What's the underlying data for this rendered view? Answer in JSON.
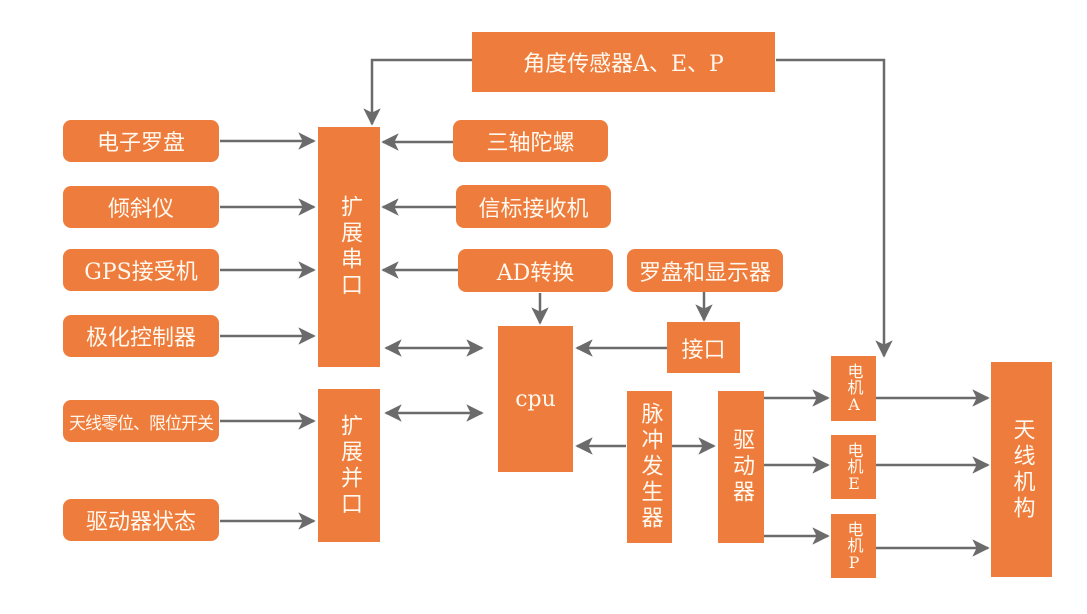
{
  "diagram": {
    "title": "天线控制系统框图",
    "colors": {
      "box_fill": "#ee7d3d",
      "box_text": "#fff8ef",
      "connector": "#6b6b6b",
      "background": "#ffffff"
    },
    "nodes": {
      "angle_sensor": "角度传感器A、E、P",
      "electronic_compass": "电子罗盘",
      "inclinometer": "倾斜仪",
      "gps_receiver": "GPS接受机",
      "polarization_controller": "极化控制器",
      "antenna_limit_switch": "天线零位、限位开关",
      "driver_status": "驱动器状态",
      "serial_expansion": "扩展串口",
      "parallel_expansion": "扩展并口",
      "three_axis_gyro": "三轴陀螺",
      "beacon_receiver": "信标接收机",
      "ad_converter": "AD转换",
      "compass_display": "罗盘和显示器",
      "interface": "接口",
      "cpu": "cpu",
      "pulse_generator": "脉冲发生器",
      "driver": "驱动器",
      "motor_a": "电机A",
      "motor_e": "电机E",
      "motor_p": "电机P",
      "antenna_mechanism": "天线机构"
    },
    "edges": [
      {
        "from": "angle_sensor",
        "to": "serial_expansion",
        "type": "directed"
      },
      {
        "from": "angle_sensor",
        "to": "motor_a",
        "type": "directed"
      },
      {
        "from": "electronic_compass",
        "to": "serial_expansion",
        "type": "directed"
      },
      {
        "from": "inclinometer",
        "to": "serial_expansion",
        "type": "directed"
      },
      {
        "from": "gps_receiver",
        "to": "serial_expansion",
        "type": "directed"
      },
      {
        "from": "polarization_controller",
        "to": "serial_expansion",
        "type": "directed"
      },
      {
        "from": "three_axis_gyro",
        "to": "serial_expansion",
        "type": "directed"
      },
      {
        "from": "beacon_receiver",
        "to": "serial_expansion",
        "type": "directed"
      },
      {
        "from": "ad_converter",
        "to": "serial_expansion",
        "type": "directed"
      },
      {
        "from": "ad_converter",
        "to": "cpu",
        "type": "directed"
      },
      {
        "from": "compass_display",
        "to": "interface",
        "type": "directed"
      },
      {
        "from": "interface",
        "to": "cpu",
        "type": "directed"
      },
      {
        "from": "serial_expansion",
        "to": "cpu",
        "type": "bidirectional"
      },
      {
        "from": "parallel_expansion",
        "to": "cpu",
        "type": "bidirectional"
      },
      {
        "from": "antenna_limit_switch",
        "to": "parallel_expansion",
        "type": "directed"
      },
      {
        "from": "driver_status",
        "to": "parallel_expansion",
        "type": "directed"
      },
      {
        "from": "cpu",
        "to": "pulse_generator",
        "type": "bidirectional"
      },
      {
        "from": "pulse_generator",
        "to": "driver",
        "type": "directed"
      },
      {
        "from": "driver",
        "to": "motor_a",
        "type": "directed"
      },
      {
        "from": "driver",
        "to": "motor_e",
        "type": "directed"
      },
      {
        "from": "driver",
        "to": "motor_p",
        "type": "directed"
      },
      {
        "from": "motor_a",
        "to": "antenna_mechanism",
        "type": "directed"
      },
      {
        "from": "motor_e",
        "to": "antenna_mechanism",
        "type": "directed"
      },
      {
        "from": "motor_p",
        "to": "antenna_mechanism",
        "type": "directed"
      }
    ]
  }
}
